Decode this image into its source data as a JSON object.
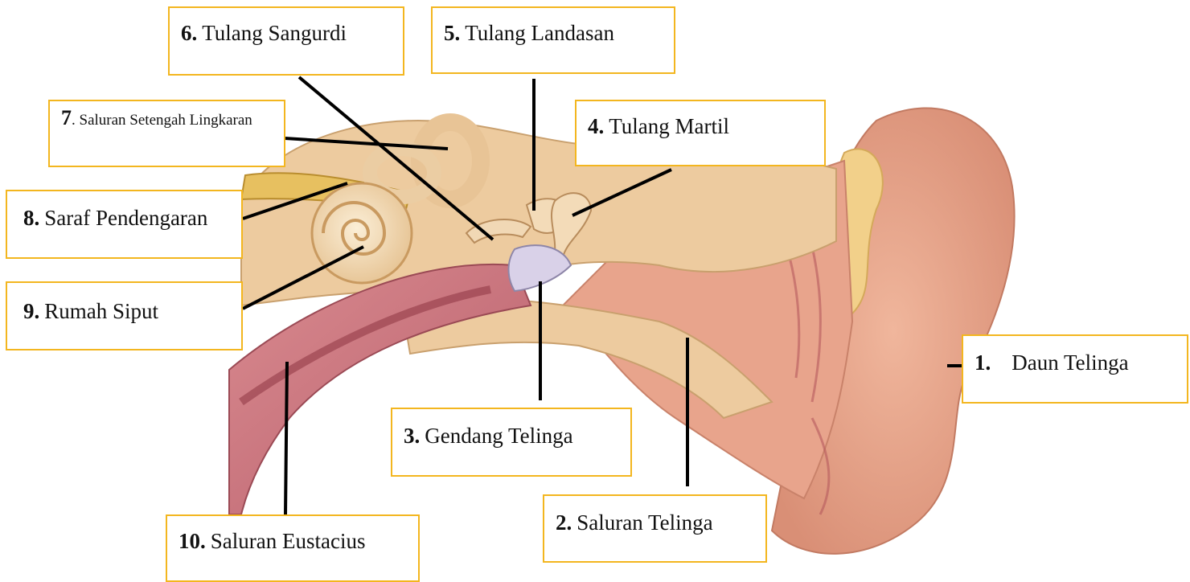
{
  "labels": [
    {
      "id": "daun-telinga",
      "number": "1.",
      "text": "Daun Telinga"
    },
    {
      "id": "saluran-telinga",
      "number": "2.",
      "text": "Saluran Telinga"
    },
    {
      "id": "gendang-telinga",
      "number": "3.",
      "text": "Gendang Telinga"
    },
    {
      "id": "tulang-martil",
      "number": "4.",
      "text": "Tulang Martil"
    },
    {
      "id": "tulang-landasan",
      "number": "5.",
      "text": "Tulang Landasan"
    },
    {
      "id": "tulang-sangurdi",
      "number": "6.",
      "text": "Tulang Sangurdi"
    },
    {
      "id": "saluran-setengah-lingkaran",
      "number": "7",
      "text": ". Saluran Setengah Lingkaran"
    },
    {
      "id": "saraf-pendengaran",
      "number": "8.",
      "text": "Saraf Pendengaran"
    },
    {
      "id": "rumah-siput",
      "number": "9.",
      "text": "Rumah Siput"
    },
    {
      "id": "saluran-eustacius",
      "number": "10.",
      "text": "Saluran Eustacius"
    }
  ],
  "colors": {
    "label_border": "#f3b61f",
    "leader_line": "#000000",
    "skin": "#e7a58b",
    "bone": "#ecc99a",
    "tube": "#c9707a",
    "cochlea": "#f3ddb9"
  }
}
